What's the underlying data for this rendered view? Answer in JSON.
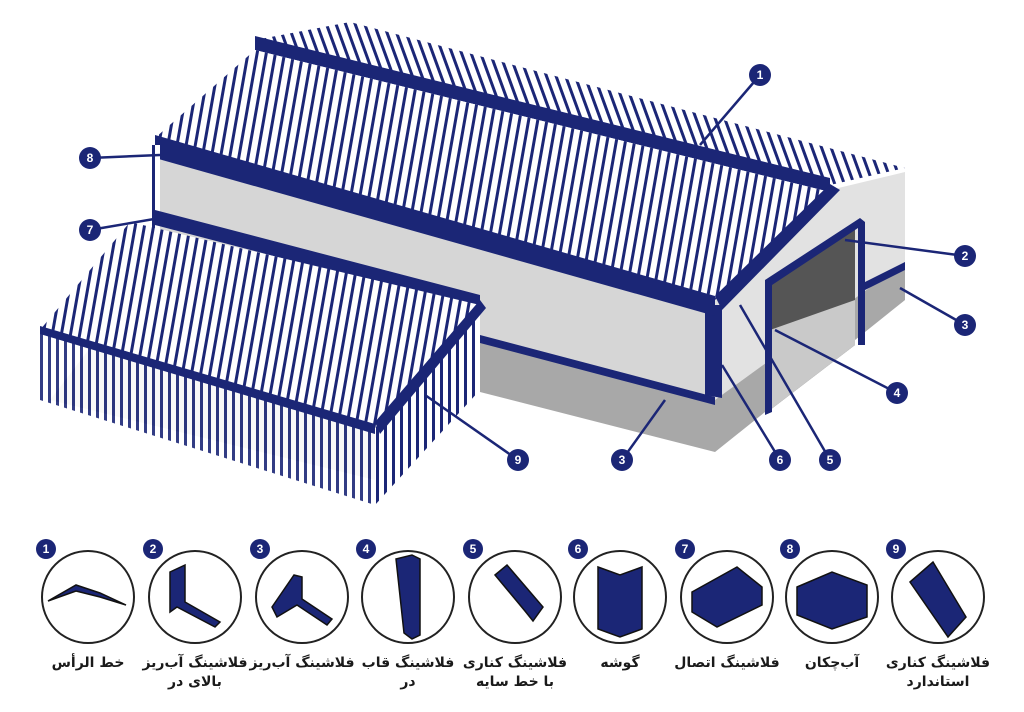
{
  "colors": {
    "navy": "#1b2676",
    "wall": "#d6d6d6",
    "base": "#a8a8a8",
    "opening": "#555555"
  },
  "callouts": [
    "1",
    "2",
    "3",
    "3",
    "4",
    "5",
    "6",
    "7",
    "8",
    "9"
  ],
  "parts": [
    {
      "number": "1",
      "label": "خط الرأس"
    },
    {
      "number": "2",
      "label": "فلاشینگ آب‌ریز بالای در"
    },
    {
      "number": "3",
      "label": "فلاشینگ آب‌ریز"
    },
    {
      "number": "4",
      "label": "فلاشینگ قاب در"
    },
    {
      "number": "5",
      "label": "فلاشینگ کناری با خط سایه"
    },
    {
      "number": "6",
      "label": "گوشه"
    },
    {
      "number": "7",
      "label": "فلاشینگ اتصال"
    },
    {
      "number": "8",
      "label": "آب‌چکان"
    },
    {
      "number": "9",
      "label": "فلاشینگ کناری استاندارد"
    }
  ]
}
